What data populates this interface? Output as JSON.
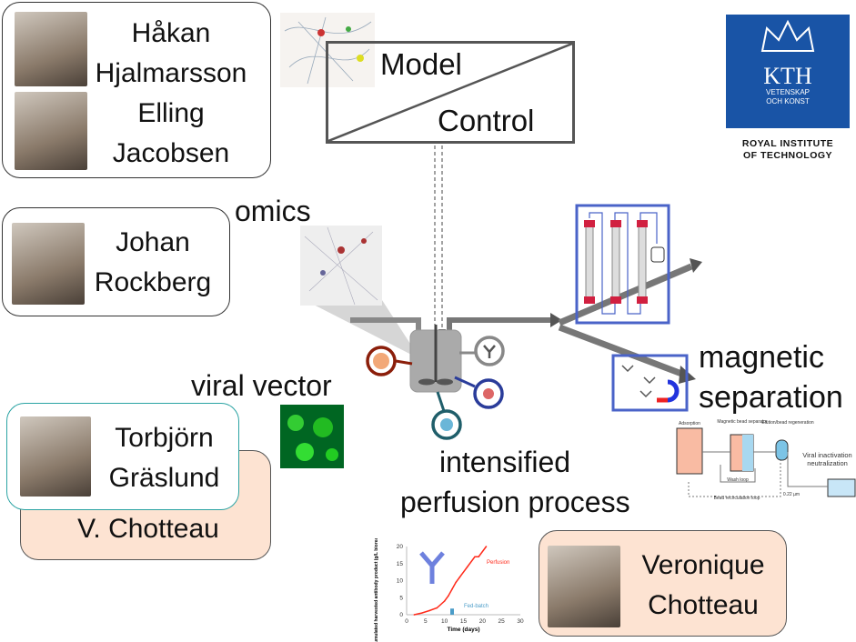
{
  "people": {
    "box1": {
      "line1": "Håkan",
      "line2": "Hjalmarsson",
      "line3": "Elling",
      "line4": "Jacobsen"
    },
    "box2": {
      "line1": "Johan",
      "line2": "Rockberg"
    },
    "box3": {
      "line1": "Torbjörn",
      "line2": "Gräslund"
    },
    "box4": {
      "line1": "V. Chotteau"
    },
    "box5": {
      "line1": "Veronique",
      "line2": "Chotteau"
    }
  },
  "model_control": {
    "model": "Model",
    "control": "Control"
  },
  "labels": {
    "omics": "omics",
    "viral_vector": "viral vector",
    "magnetic": "magnetic",
    "separation": "separation",
    "intensified": "intensified",
    "perfusion_process": "perfusion process"
  },
  "logo": {
    "text": "KTH",
    "sub1": "VETENSKAP",
    "sub2": "OCH KONST",
    "caption1": "ROYAL INSTITUTE",
    "caption2": "OF TECHNOLOGY",
    "color": "#1954a6"
  },
  "separation_diagram": {
    "adsorption": "Adsorption",
    "separator": "Magnetic bead separator",
    "elution": "Elution/bead regeneration",
    "wash": "Wash loop",
    "recirc": "Bead recirculation loop",
    "filter": "0.22 µm",
    "viral": "Viral inactivation neutralization"
  },
  "chart_data": {
    "type": "line",
    "xlabel": "Time (days)",
    "ylabel": "Accumulated harvested antibody product (g/L bioreactor volume)",
    "xlim": [
      0,
      30
    ],
    "ylim": [
      0,
      20
    ],
    "xticks": [
      "0",
      "5",
      "10",
      "15",
      "20",
      "25",
      "30"
    ],
    "yticks": [
      "0",
      "5",
      "10",
      "15",
      "20"
    ],
    "series": [
      {
        "name": "Perfusion",
        "color": "#ff2a1a",
        "x": [
          2,
          4,
          6,
          8,
          10,
          11,
          12,
          13,
          14,
          16,
          18,
          19,
          21
        ],
        "y": [
          0,
          0.5,
          1.2,
          2,
          4,
          5.5,
          7.5,
          9.5,
          11,
          14,
          17,
          17,
          20
        ]
      },
      {
        "name": "Fed-batch",
        "color": "#4a9cc8",
        "x": [
          12
        ],
        "y": [
          1.8
        ]
      }
    ]
  }
}
